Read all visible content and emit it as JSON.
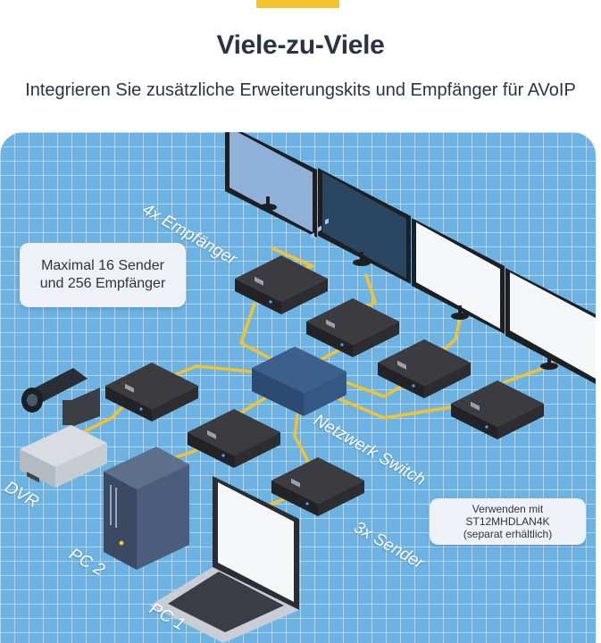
{
  "header": {
    "title": "Viele-zu-Viele",
    "subtitle": "Integrieren Sie zusätzliche Erweiterungskits und Empfänger für AVoIP"
  },
  "callouts": {
    "max_line1": "Maximal 16 Sender",
    "max_line2": "und 256 Empfänger",
    "use_line1": "Verwenden mit",
    "use_line2": "ST12MHDLAN4K",
    "use_line3": "(separat erhältlich)"
  },
  "labels": {
    "receivers": "4x Empfänger",
    "switch": "Netzwerk Switch",
    "senders": "3x Sender",
    "dvr": "DVR",
    "pc2": "PC 2",
    "pc1": "PC 1"
  },
  "colors": {
    "accent": "#f6c22b",
    "background": "#6cb3e3",
    "cable": "#f2c230",
    "device": "#2f2f33",
    "title_text": "#2b3442"
  },
  "icons": [
    "video-camera-icon",
    "dvr-icon",
    "pc-tower-icon",
    "laptop-icon",
    "monitor-icon",
    "network-switch-icon",
    "extender-box-icon"
  ]
}
